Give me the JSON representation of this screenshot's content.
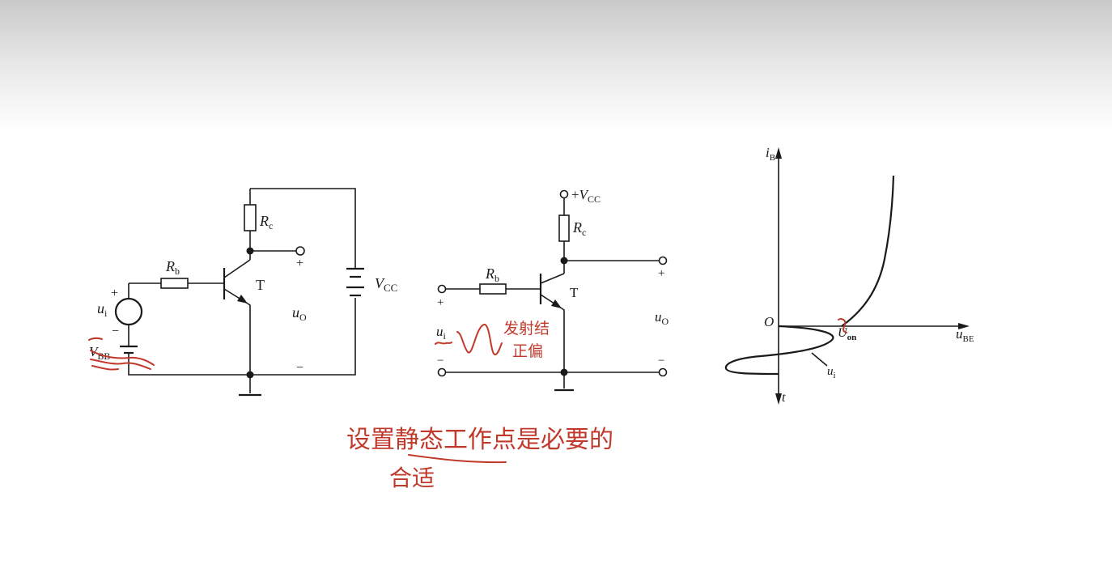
{
  "circuit_left": {
    "rb": "R",
    "rb_sub": "b",
    "rc": "R",
    "rc_sub": "c",
    "vcc": "V",
    "vcc_sub": "CC",
    "vbb": "V",
    "vbb_sub": "BB",
    "ui": "u",
    "ui_sub": "i",
    "uo": "u",
    "uo_sub": "O",
    "transistor": "T",
    "plus_in": "+",
    "minus_in": "−",
    "plus_out": "+",
    "minus_out": "−"
  },
  "circuit_middle": {
    "vcc_plus": "+",
    "vcc": "V",
    "vcc_sub": "CC",
    "rc": "R",
    "rc_sub": "c",
    "rb": "R",
    "rb_sub": "b",
    "transistor": "T",
    "ui": "u",
    "ui_sub": "i",
    "uo": "u",
    "uo_sub": "O",
    "plus_in": "+",
    "minus_in": "−",
    "plus_out": "+",
    "minus_out": "−"
  },
  "graph": {
    "ylabel": "i",
    "ylabel_sub": "B",
    "xlabel": "u",
    "xlabel_sub": "BE",
    "origin": "O",
    "uon": "U",
    "uon_sub": "on",
    "ui": "u",
    "ui_sub": "i",
    "tlabel": "t"
  },
  "annotations": {
    "note_emitter_line1": "发射结",
    "note_emitter_line2": "正偏",
    "note_main": "设置静态工作点是必要的",
    "note_main_line2": "合适"
  },
  "colors": {
    "ink": "#1a1a1a",
    "annotation": "#c0392b"
  }
}
